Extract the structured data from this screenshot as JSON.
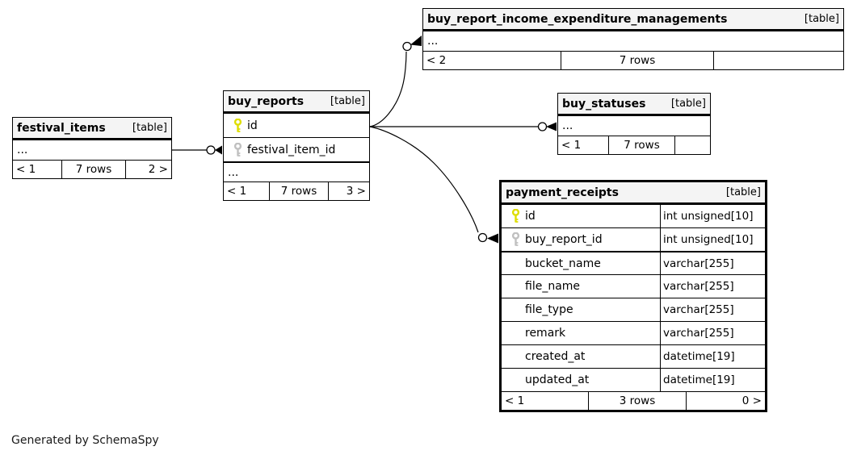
{
  "diagram_title": "SchemaSpy relationships diagram",
  "footer_note": "Generated by SchemaSpy",
  "colors": {
    "primary_key": "#dede00",
    "foreign_key": "#c0c0c0",
    "header_bg": "#f4f4f4",
    "line": "#000000"
  },
  "icons": {
    "primary_key": "yellow-key-icon",
    "foreign_key": "gray-key-icon",
    "fk_end": "circle-crowfoot-arrow"
  },
  "tables": {
    "festival_items": {
      "name": "festival_items",
      "tag": "[table]",
      "columns": [
        {
          "name": "..."
        }
      ],
      "stats": {
        "left": "< 1",
        "rows": "7 rows",
        "right": "2 >"
      }
    },
    "buy_reports": {
      "name": "buy_reports",
      "tag": "[table]",
      "columns": [
        {
          "name": "id",
          "key": "primary"
        },
        {
          "name": "festival_item_id",
          "key": "foreign"
        },
        {
          "name": "..."
        }
      ],
      "stats": {
        "left": "< 1",
        "rows": "7 rows",
        "right": "3 >"
      }
    },
    "buy_report_income_expenditure_managements": {
      "name": "buy_report_income_expenditure_managements",
      "tag": "[table]",
      "columns": [
        {
          "name": "..."
        }
      ],
      "stats": {
        "left": "< 2",
        "rows": "7 rows",
        "right": ""
      }
    },
    "buy_statuses": {
      "name": "buy_statuses",
      "tag": "[table]",
      "columns": [
        {
          "name": "..."
        }
      ],
      "stats": {
        "left": "< 1",
        "rows": "7 rows",
        "right": ""
      }
    },
    "payment_receipts": {
      "name": "payment_receipts",
      "tag": "[table]",
      "columns": [
        {
          "name": "id",
          "type": "int unsigned[10]",
          "key": "primary"
        },
        {
          "name": "buy_report_id",
          "type": "int unsigned[10]",
          "key": "foreign"
        },
        {
          "name": "bucket_name",
          "type": "varchar[255]"
        },
        {
          "name": "file_name",
          "type": "varchar[255]"
        },
        {
          "name": "file_type",
          "type": "varchar[255]"
        },
        {
          "name": "remark",
          "type": "varchar[255]"
        },
        {
          "name": "created_at",
          "type": "datetime[19]"
        },
        {
          "name": "updated_at",
          "type": "datetime[19]"
        }
      ],
      "stats": {
        "left": "< 1",
        "rows": "3 rows",
        "right": "0 >"
      }
    }
  },
  "relationships": [
    {
      "from": "buy_reports.festival_item_id",
      "to": "festival_items"
    },
    {
      "from": "buy_report_income_expenditure_managements",
      "to": "buy_reports.id"
    },
    {
      "from": "buy_statuses",
      "to": "buy_reports.id"
    },
    {
      "from": "payment_receipts.buy_report_id",
      "to": "buy_reports.id"
    }
  ]
}
